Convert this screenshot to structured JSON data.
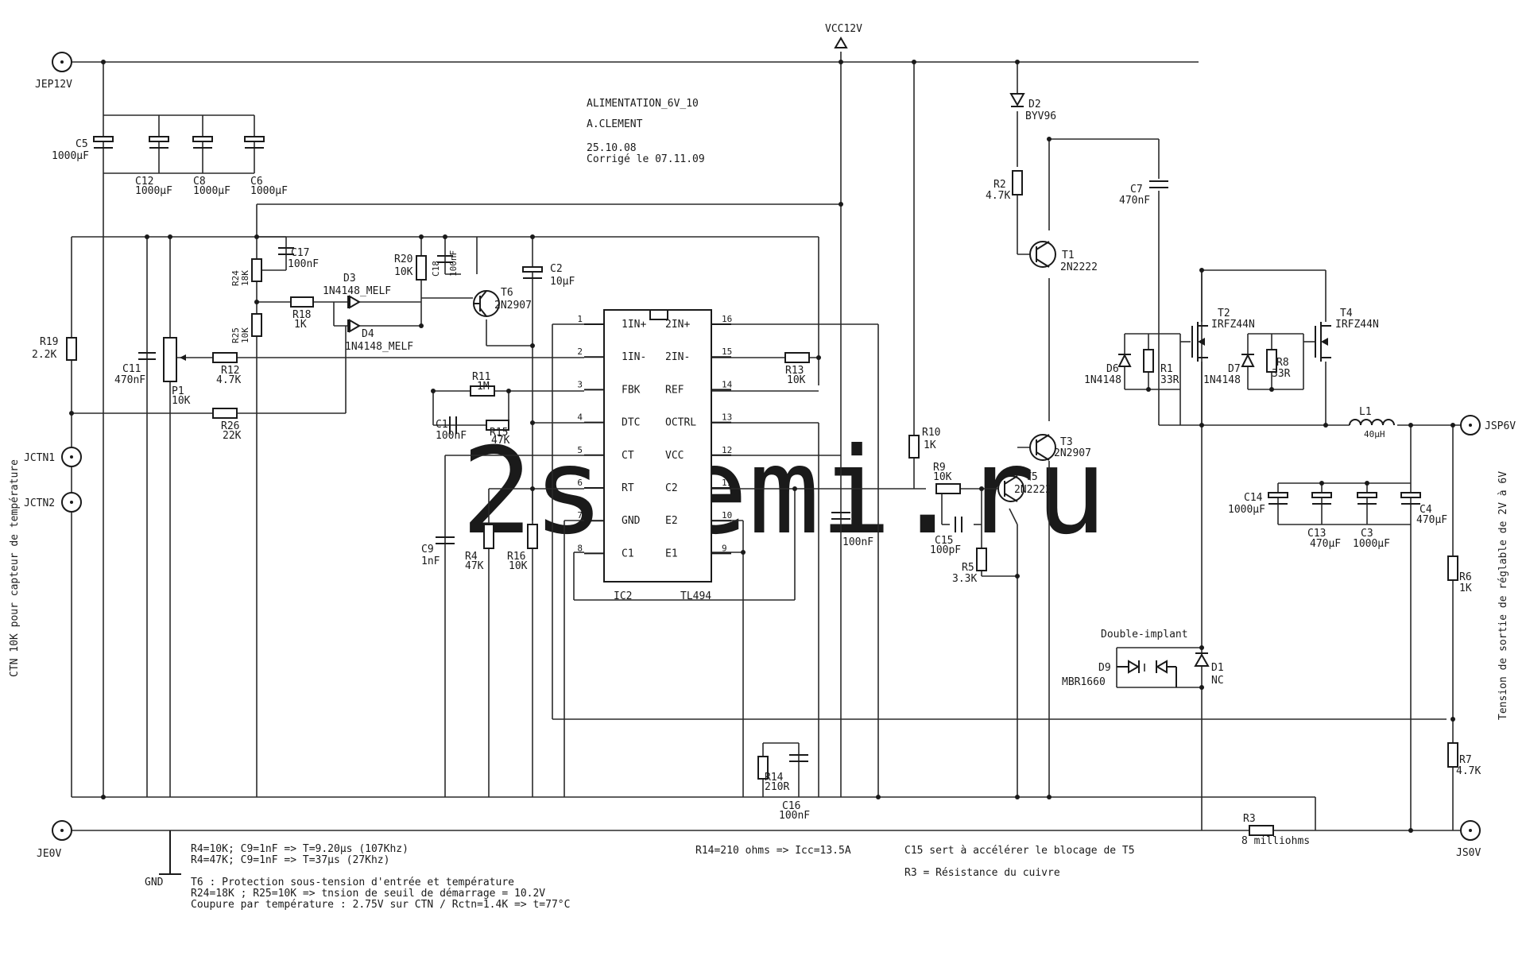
{
  "watermark": "2shemi.ru",
  "title_block": {
    "title": "ALIMENTATION_6V_10",
    "author": "A.CLEMENT",
    "date": "25.10.08",
    "revision": "Corrigé le 07.11.09"
  },
  "ic": {
    "ref": "IC2",
    "part": "TL494",
    "left_pins": [
      {
        "num": "1",
        "name": "1IN+"
      },
      {
        "num": "2",
        "name": "1IN-"
      },
      {
        "num": "3",
        "name": "FBK"
      },
      {
        "num": "4",
        "name": "DTC"
      },
      {
        "num": "5",
        "name": "CT"
      },
      {
        "num": "6",
        "name": "RT"
      },
      {
        "num": "7",
        "name": "GND"
      },
      {
        "num": "8",
        "name": "C1"
      }
    ],
    "right_pins": [
      {
        "num": "16",
        "name": "2IN+"
      },
      {
        "num": "15",
        "name": "2IN-"
      },
      {
        "num": "14",
        "name": "REF"
      },
      {
        "num": "13",
        "name": "OCTRL"
      },
      {
        "num": "12",
        "name": "VCC"
      },
      {
        "num": "11",
        "name": "C2"
      },
      {
        "num": "10",
        "name": "E2"
      },
      {
        "num": "9",
        "name": "E1"
      }
    ]
  },
  "connectors": {
    "jep12v": "JEP12V",
    "je0v": "JE0V",
    "jctn1": "JCTN1",
    "jctn2": "JCTN2",
    "jsp6v": "JSP6V",
    "js0v": "JS0V",
    "vcc12v": "VCC12V",
    "gnd": "GND"
  },
  "components": {
    "c5": {
      "ref": "C5",
      "val": "1000µF"
    },
    "c12": {
      "ref": "C12",
      "val": "1000µF"
    },
    "c8": {
      "ref": "C8",
      "val": "1000µF"
    },
    "c6": {
      "ref": "C6",
      "val": "1000µF"
    },
    "r19": {
      "ref": "R19",
      "val": "2.2K"
    },
    "c11": {
      "ref": "C11",
      "val": "470nF"
    },
    "p1": {
      "ref": "P1",
      "val": "10K"
    },
    "r12": {
      "ref": "R12",
      "val": "4.7K"
    },
    "r26": {
      "ref": "R26",
      "val": "22K"
    },
    "r24": {
      "ref": "R24",
      "val": "18K"
    },
    "r25": {
      "ref": "R25",
      "val": "10K"
    },
    "c17": {
      "ref": "C17",
      "val": "100nF"
    },
    "r18": {
      "ref": "R18",
      "val": "1K"
    },
    "d3": {
      "ref": "D3",
      "val": "1N4148_MELF"
    },
    "d4": {
      "ref": "D4",
      "val": "1N4148_MELF"
    },
    "r20": {
      "ref": "R20",
      "val": "10K"
    },
    "c18": {
      "ref": "C18",
      "val": "100nF"
    },
    "t6": {
      "ref": "T6",
      "val": "2N2907"
    },
    "c2": {
      "ref": "C2",
      "val": "10µF"
    },
    "r11": {
      "ref": "R11",
      "val": "1M"
    },
    "c1": {
      "ref": "C1",
      "val": "100nF"
    },
    "r15": {
      "ref": "R15",
      "val": "47K"
    },
    "c9": {
      "ref": "C9",
      "val": "1nF"
    },
    "r4": {
      "ref": "R4",
      "val": "47K"
    },
    "r16": {
      "ref": "R16",
      "val": "10K"
    },
    "r13": {
      "ref": "R13",
      "val": "10K"
    },
    "c10": {
      "ref": "C10",
      "val": "100nF"
    },
    "r14": {
      "ref": "R14",
      "val": "210R"
    },
    "c16": {
      "ref": "C16",
      "val": "100nF"
    },
    "d2": {
      "ref": "D2",
      "val": "BYV96"
    },
    "r2": {
      "ref": "R2",
      "val": "4.7K"
    },
    "t1": {
      "ref": "T1",
      "val": "2N2222"
    },
    "c7": {
      "ref": "C7",
      "val": "470nF"
    },
    "r10": {
      "ref": "R10",
      "val": "1K"
    },
    "r9": {
      "ref": "R9",
      "val": "10K"
    },
    "t5": {
      "ref": "T5",
      "val": "2N2222"
    },
    "c15": {
      "ref": "C15",
      "val": "100pF"
    },
    "r5": {
      "ref": "R5",
      "val": "3.3K"
    },
    "t3": {
      "ref": "T3",
      "val": "2N2907"
    },
    "t2": {
      "ref": "T2",
      "val": "IRFZ44N"
    },
    "t4": {
      "ref": "T4",
      "val": "IRFZ44N"
    },
    "d6": {
      "ref": "D6",
      "val": "1N4148"
    },
    "r1": {
      "ref": "R1",
      "val": "33R"
    },
    "d7": {
      "ref": "D7",
      "val": "1N4148"
    },
    "r8": {
      "ref": "R8",
      "val": "33R"
    },
    "l1": {
      "ref": "L1",
      "val": "40µH"
    },
    "c14": {
      "ref": "C14",
      "val": "1000µF"
    },
    "c13": {
      "ref": "C13",
      "val": "470µF"
    },
    "c3": {
      "ref": "C3",
      "val": "1000µF"
    },
    "c4": {
      "ref": "C4",
      "val": "470µF"
    },
    "r6": {
      "ref": "R6",
      "val": "1K"
    },
    "r7": {
      "ref": "R7",
      "val": "4.7K"
    },
    "r3": {
      "ref": "R3",
      "val": "8 milliohms"
    },
    "d9": {
      "ref": "D9",
      "val": "MBR1660"
    },
    "d1": {
      "ref": "D1",
      "val": "NC"
    },
    "double_implant": "Double-implant"
  },
  "notes": {
    "freq1": "R4=10K; C9=1nF => T=9.20µs (107Khz)",
    "freq2": "R4=47K; C9=1nF => T=37µs (27Khz)",
    "t6_title": "T6 : Protection sous-tension d'entrée et température",
    "t6_line1": "R24=18K ; R25=10K => tnsion de seuil de démarrage = 10.2V",
    "t6_line2": "Coupure par température : 2.75V sur CTN / Rctn=1.4K => t=77°C",
    "icc": "R14=210 ohms => Icc=13.5A",
    "c15_note": "C15 sert à accélérer le blocage de T5",
    "r3_note": "R3 = Résistance du cuivre"
  },
  "side_labels": {
    "left": "CTN 10K pour capteur de température",
    "right": "Tension de sortie de réglable de 2V à 6V"
  }
}
